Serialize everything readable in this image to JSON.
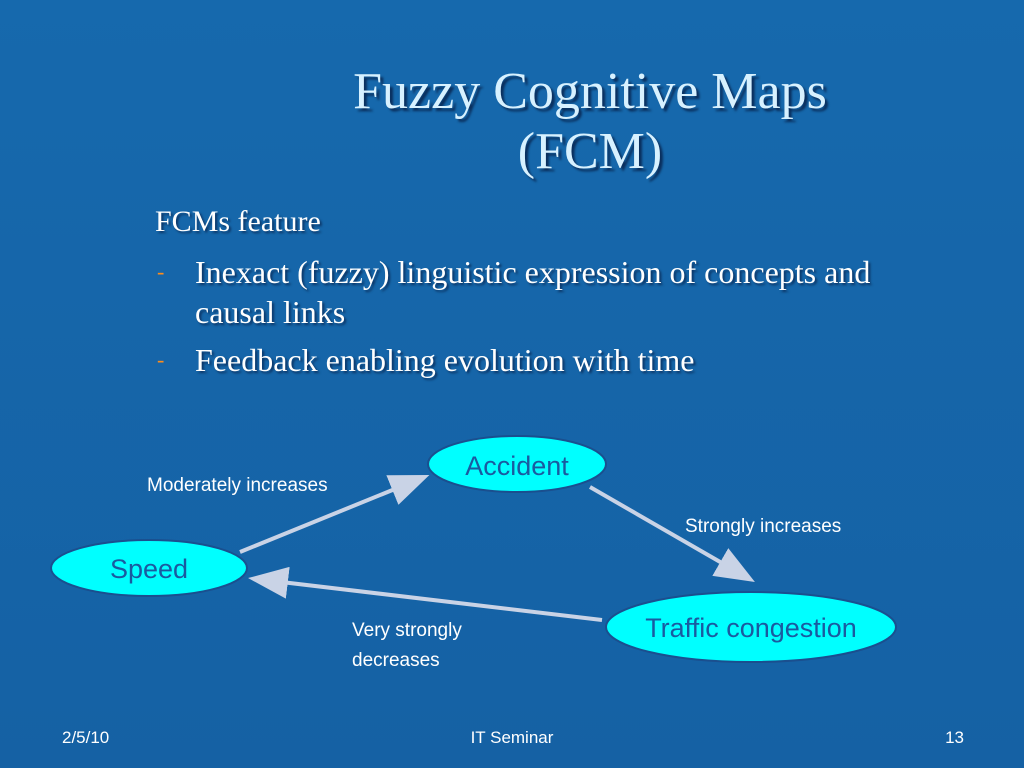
{
  "slide": {
    "title_line1": "Fuzzy Cognitive Maps",
    "title_line2": "(FCM)",
    "lead": "FCMs feature",
    "bullets": [
      "Inexact (fuzzy) linguistic expression of concepts and causal links",
      "Feedback enabling evolution with time"
    ],
    "bullet_marker": "-"
  },
  "diagram": {
    "nodes": {
      "accident": "Accident",
      "speed": "Speed",
      "traffic": "Traffic congestion"
    },
    "edges": {
      "speed_to_accident": "Moderately increases",
      "accident_to_traffic": "Strongly increases",
      "traffic_to_speed_line1": "Very strongly",
      "traffic_to_speed_line2": "decreases"
    },
    "colors": {
      "node_fill": "#00ffff",
      "node_text": "#1a5aa0",
      "arrow": "#c9d3e6"
    }
  },
  "footer": {
    "date": "2/5/10",
    "center": "IT Seminar",
    "page": "13"
  }
}
